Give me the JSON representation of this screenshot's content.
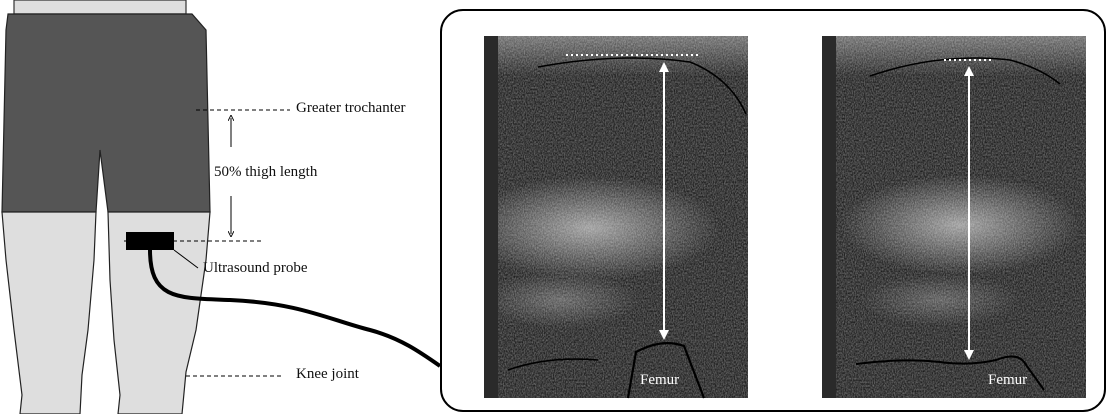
{
  "labels": {
    "greater_trochanter": "Greater trochanter",
    "thigh_length": "50% thigh length",
    "ultrasound_probe": "Ultrasound probe",
    "knee_joint": "Knee joint"
  },
  "images": {
    "left_label": "Femur",
    "right_label": "Femur"
  },
  "colors": {
    "shorts": "#555555",
    "legs": "#dedede",
    "probe": "#000000",
    "ultrasound_bg": "#1c1c1c",
    "panel_border": "#000000"
  }
}
